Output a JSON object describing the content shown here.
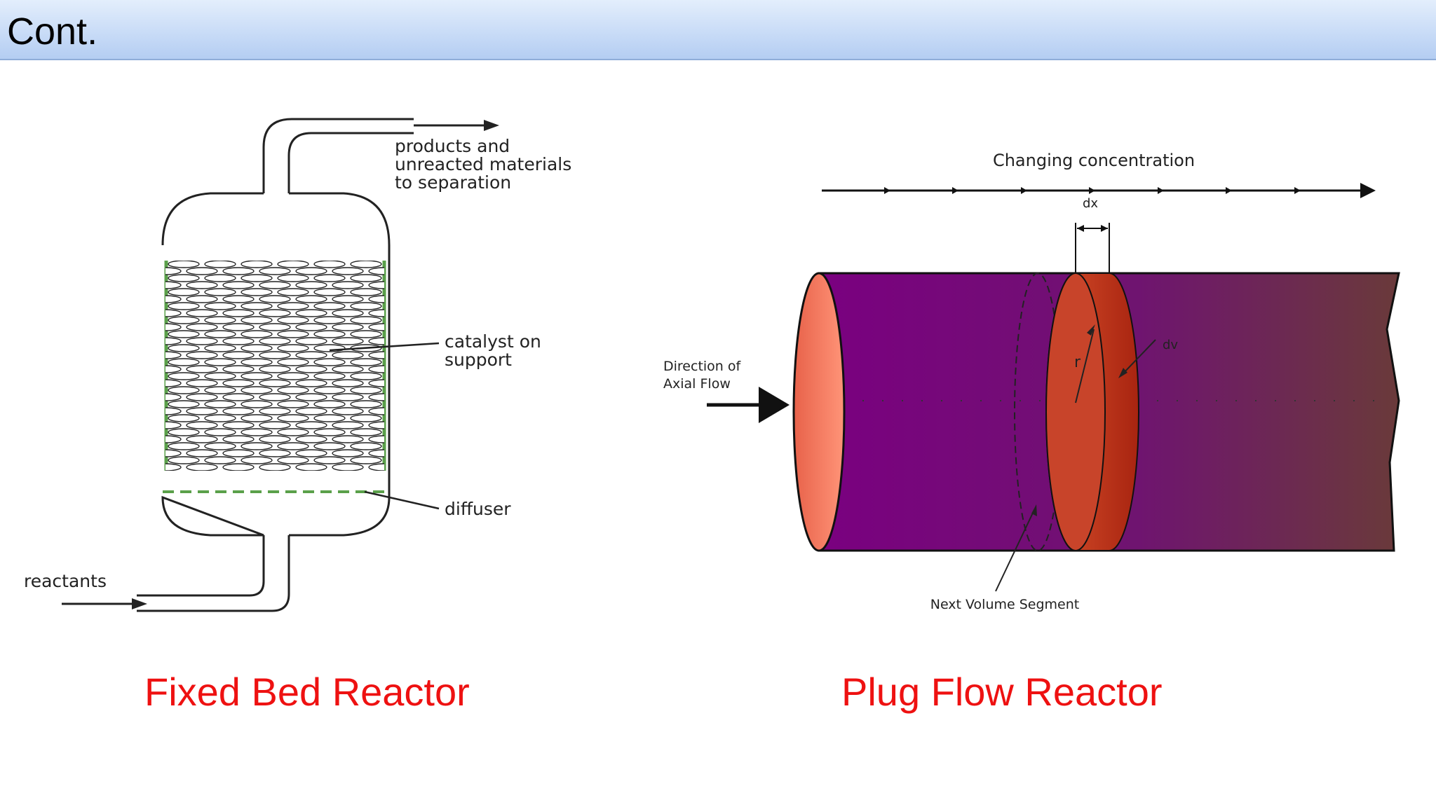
{
  "slide": {
    "title": "Cont.",
    "captions": {
      "left": "Fixed Bed Reactor",
      "right": "Plug Flow Reactor"
    },
    "caption_color": "#ee1111"
  },
  "fixed_bed": {
    "products_label": [
      "products and",
      "unreacted materials",
      "to separation"
    ],
    "catalyst_label": [
      "catalyst on",
      "support"
    ],
    "diffuser_label": "diffuser",
    "reactants_label": "reactants",
    "wall_color": "#5aa04a",
    "diffuser_color": "#5aa04a"
  },
  "plug_flow": {
    "concentration_label": "Changing concentration",
    "dx_label": "dx",
    "dv_label": "dv",
    "r_label": "r",
    "flow_label": [
      "Direction of",
      "Axial Flow"
    ],
    "segment_label": "Next Volume Segment",
    "tube_color_start": "#7a0080",
    "tube_color_end": "#6a3a3a",
    "end_color": "#f07a60",
    "slice_color": "#c03a20"
  }
}
